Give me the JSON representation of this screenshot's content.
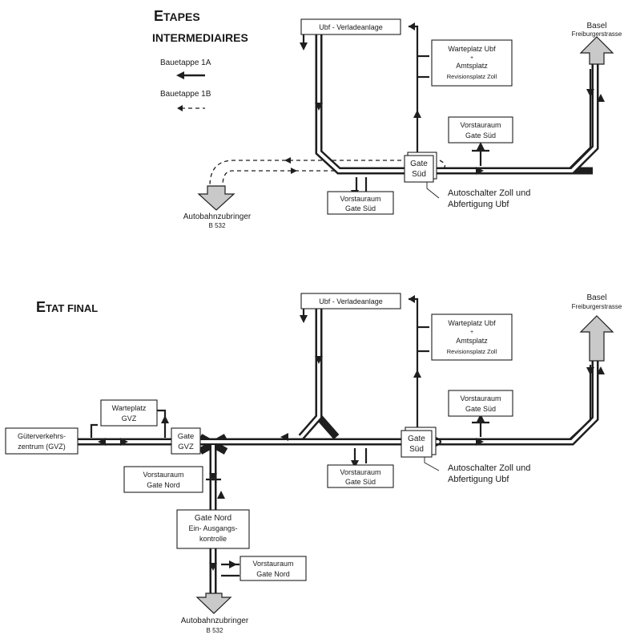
{
  "sections": {
    "stage": {
      "title_line1_cap": "E",
      "title_line1_rest": "TAPES",
      "title_line2": "INTERMEDIAIRES",
      "legend": {
        "a_label": "Bauetappe  1A",
        "b_label": "Bauetappe  1B"
      },
      "boxes": {
        "verladeanlage": "Ubf - Verladeanlage",
        "warteplatz_l1": "Warteplatz Ubf",
        "warteplatz_l2": "+",
        "warteplatz_l3": "Amtsplatz",
        "warteplatz_l4": "Revisionsplatz Zoll",
        "vorstau_top_l1": "Vorstauraum",
        "vorstau_top_l2": "Gate Süd",
        "gate_l1": "Gate",
        "gate_l2": "Süd",
        "vorstau_bottom_l1": "Vorstauraum",
        "vorstau_bottom_l2": "Gate Süd"
      },
      "basel_l1": "Basel",
      "basel_l2": "Freiburgerstrasse",
      "autobahn_l1": "Autobahnzubringer",
      "autobahn_l2": "B 532",
      "autoschalter_l1": "Autoschalter Zoll und",
      "autoschalter_l2": "Abfertigung Ubf"
    },
    "final": {
      "title_cap": "E",
      "title_rest": "TAT FINAL",
      "boxes": {
        "verladeanlage": "Ubf - Verladeanlage",
        "warteplatz_l1": "Warteplatz Ubf",
        "warteplatz_l2": "+",
        "warteplatz_l3": "Amtsplatz",
        "warteplatz_l4": "Revisionsplatz Zoll",
        "vorstau_top_l1": "Vorstauraum",
        "vorstau_top_l2": "Gate Süd",
        "gate_sud_l1": "Gate",
        "gate_sud_l2": "Süd",
        "vorstau_mid_l1": "Vorstauraum",
        "vorstau_mid_l2": "Gate Süd",
        "gvz_wait_l1": "Warteplatz",
        "gvz_wait_l2": "GVZ",
        "gvz_l1": "Güterverkehrs-",
        "gvz_l2": "zentrum (GVZ)",
        "gate_gvz_l1": "Gate",
        "gate_gvz_l2": "GVZ",
        "vorstau_nord1_l1": "Vorstauraum",
        "vorstau_nord1_l2": "Gate Nord",
        "gate_nord_l1": "Gate Nord",
        "gate_nord_l2": "Ein- Ausgangs-",
        "gate_nord_l3": "kontrolle",
        "vorstau_nord2_l1": "Vorstauraum",
        "vorstau_nord2_l2": "Gate Nord"
      },
      "basel_l1": "Basel",
      "basel_l2": "Freiburgerstrasse",
      "autobahn_l1": "Autobahnzubringer",
      "autobahn_l2": "B 532",
      "autoschalter_l1": "Autoschalter Zoll und",
      "autoschalter_l2": "Abfertigung Ubf"
    }
  },
  "icons": [
    "arrow-right-icon",
    "arrow-left-icon",
    "arrow-up-icon",
    "arrow-down-icon",
    "big-arrow-up-icon",
    "big-arrow-down-icon"
  ],
  "colors": {
    "line": "#1e1e1e",
    "big_arrow_fill": "#c9c9c9",
    "background": "#ffffff"
  }
}
